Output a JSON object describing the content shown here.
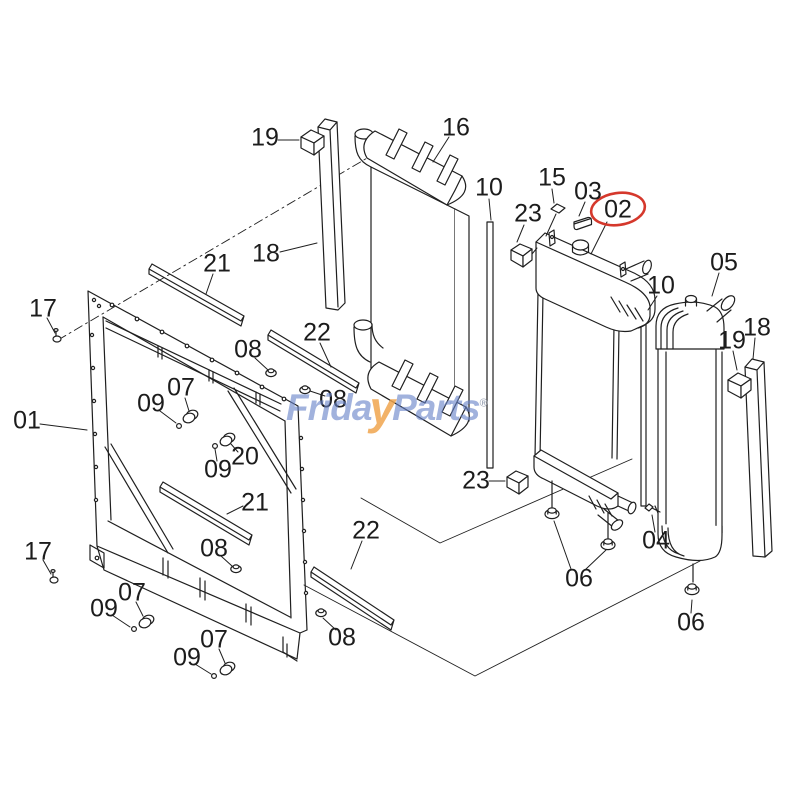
{
  "diagram": {
    "type": "exploded-parts-diagram",
    "subject": "radiator and oil cooler assembly with mounting frame",
    "line_color": "#1f1f1f",
    "background": "#ffffff"
  },
  "highlight": {
    "label": "02",
    "color": "#d5382c",
    "shape": "ellipse"
  },
  "watermark": {
    "prefix": "Frida",
    "swoosh": "y",
    "suffix": "Parts",
    "reg": "®",
    "blue": "#6882c8",
    "orange": "#f0a44e"
  },
  "callouts": [
    {
      "text": "19"
    },
    {
      "text": "16"
    },
    {
      "text": "10"
    },
    {
      "text": "15"
    },
    {
      "text": "03"
    },
    {
      "text": "02"
    },
    {
      "text": "23"
    },
    {
      "text": "18"
    },
    {
      "text": "21"
    },
    {
      "text": "17"
    },
    {
      "text": "05"
    },
    {
      "text": "10"
    },
    {
      "text": "18"
    },
    {
      "text": "19"
    },
    {
      "text": "22"
    },
    {
      "text": "08"
    },
    {
      "text": "07"
    },
    {
      "text": "09"
    },
    {
      "text": "01"
    },
    {
      "text": "08"
    },
    {
      "text": "20"
    },
    {
      "text": "09"
    },
    {
      "text": "21"
    },
    {
      "text": "23"
    },
    {
      "text": "22"
    },
    {
      "text": "08"
    },
    {
      "text": "17"
    },
    {
      "text": "04"
    },
    {
      "text": "06"
    },
    {
      "text": "07"
    },
    {
      "text": "09"
    },
    {
      "text": "08"
    },
    {
      "text": "06"
    },
    {
      "text": "07"
    },
    {
      "text": "09"
    }
  ]
}
